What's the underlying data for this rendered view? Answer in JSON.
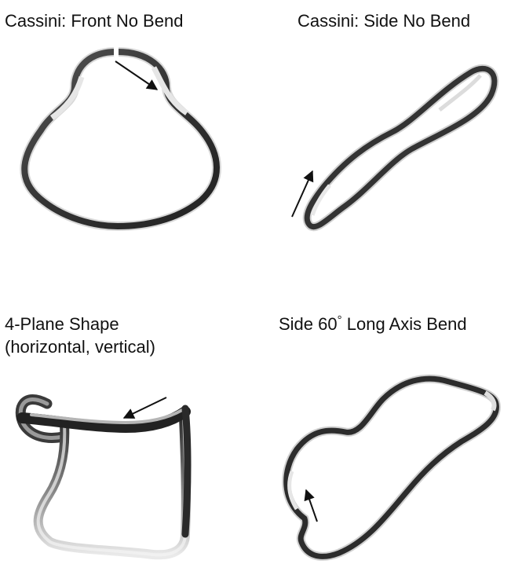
{
  "panels": [
    {
      "title": "Cassini: Front No Bend"
    },
    {
      "title": "Cassini: Side No Bend"
    },
    {
      "title_line1": "4-Plane Shape",
      "title_line2": "(horizontal, vertical)"
    },
    {
      "title_pre": "Side 60",
      "title_deg": "°",
      "title_post": " Long Axis Bend"
    }
  ]
}
